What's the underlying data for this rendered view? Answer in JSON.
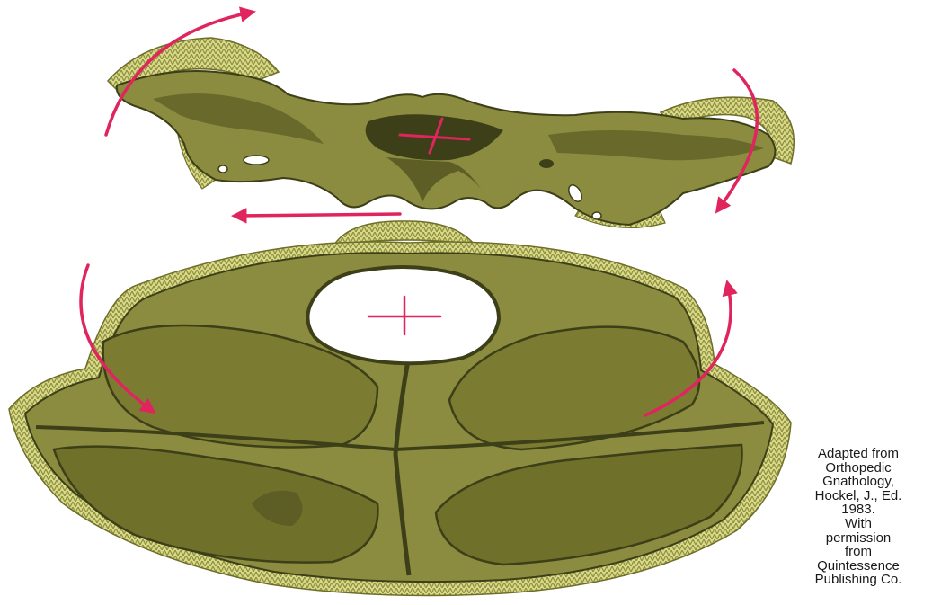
{
  "figure": {
    "subject": "sphenoid-and-occipital-bone-illustration",
    "colors": {
      "bone_fill": "#8b8c3f",
      "bone_dark": "#3d3f18",
      "bone_shadow": "#5d5e26",
      "bone_edge": "#d9d98a",
      "arrow": "#e0245e",
      "background": "#ffffff"
    }
  },
  "credit": {
    "lines": [
      "Adapted from",
      "Orthopedic",
      "Gnathology,",
      "Hockel, J., Ed.",
      "1983.",
      "With",
      "permission",
      "from",
      "Quintessence",
      "Publishing Co."
    ]
  }
}
